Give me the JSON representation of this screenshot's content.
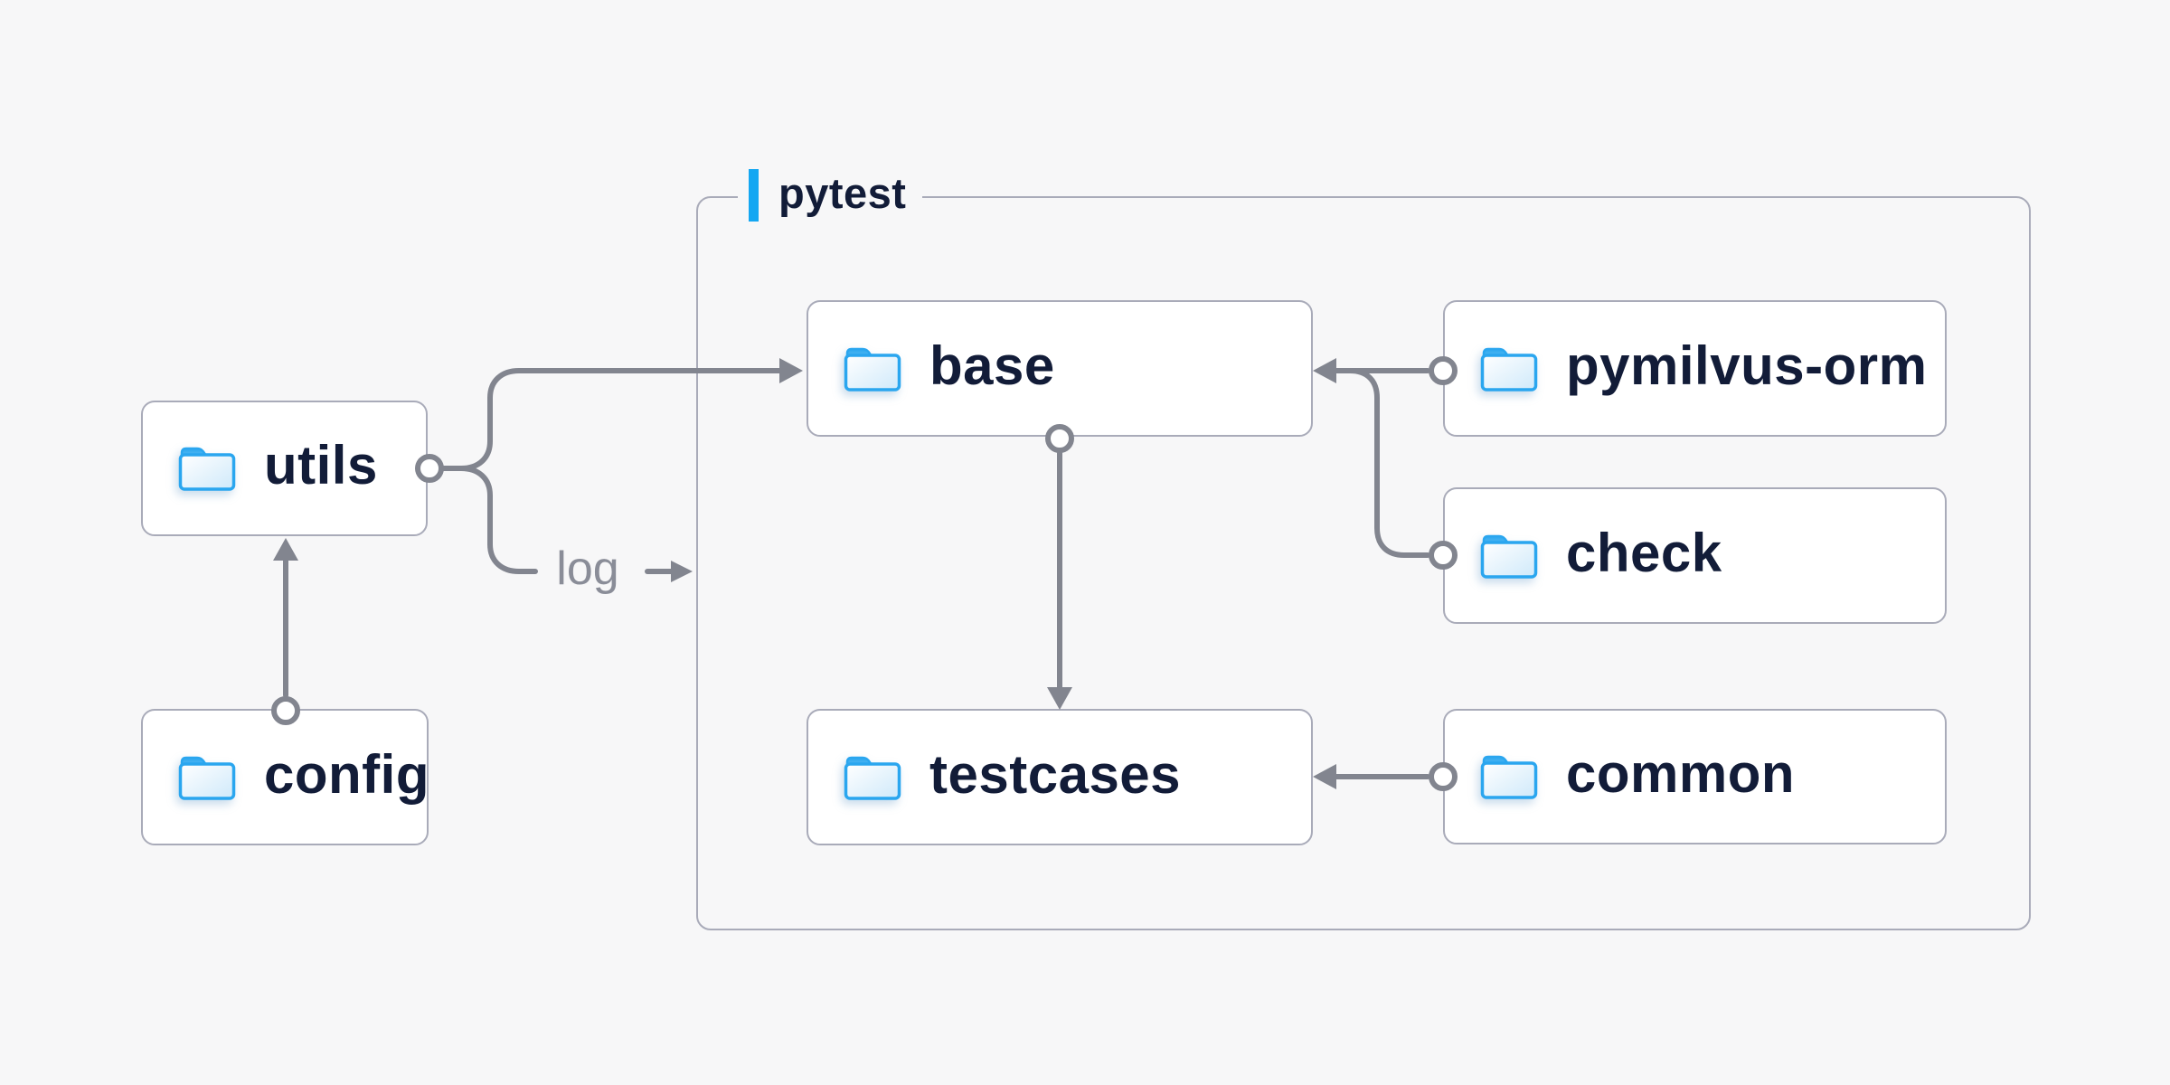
{
  "group": {
    "label": "pytest"
  },
  "nodes": [
    {
      "id": "utils",
      "label": "utils"
    },
    {
      "id": "config",
      "label": "config"
    },
    {
      "id": "base",
      "label": "base"
    },
    {
      "id": "pymilvus-orm",
      "label": "pymilvus-orm"
    },
    {
      "id": "check",
      "label": "check"
    },
    {
      "id": "testcases",
      "label": "testcases"
    },
    {
      "id": "common",
      "label": "common"
    }
  ],
  "edges": [
    {
      "from": "config",
      "to": "utils",
      "label": ""
    },
    {
      "from": "utils",
      "to": "base",
      "label": ""
    },
    {
      "from": "utils",
      "to": "pytest",
      "label": "log"
    },
    {
      "from": "pymilvus-orm",
      "to": "base",
      "label": ""
    },
    {
      "from": "check",
      "to": "base",
      "label": ""
    },
    {
      "from": "base",
      "to": "testcases",
      "label": ""
    },
    {
      "from": "common",
      "to": "testcases",
      "label": ""
    }
  ],
  "icons": {
    "node": "folder-icon"
  },
  "colors": {
    "background": "#f7f7f8",
    "node_border": "#a9abb9",
    "node_fill": "#ffffff",
    "line": "#82858f",
    "label_text": "#121c38",
    "muted_text": "#8a8d98",
    "accent_blue": "#14a7f2",
    "folder_stroke": "#2aa6ef",
    "folder_tab": "#41b0f1"
  }
}
